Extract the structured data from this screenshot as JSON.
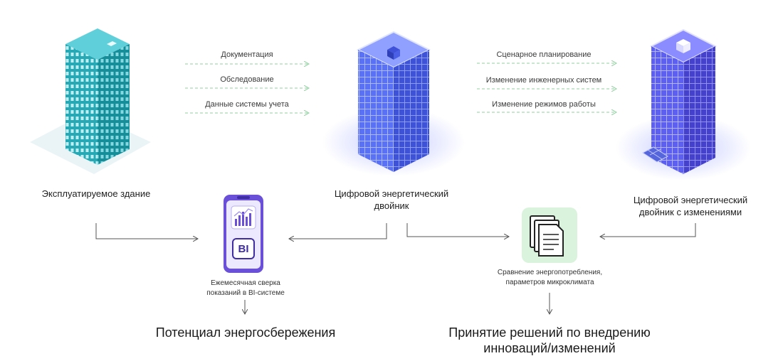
{
  "colors": {
    "teal": "#2cb6c2",
    "blue": "#4f66f0",
    "purple": "#6a4fd8",
    "arrow_green": "#8fcf9f",
    "arrow_gray": "#555555",
    "doc_green": "#d9f3dc"
  },
  "flows_left": [
    "Документация",
    "Обследование",
    "Данные системы учета"
  ],
  "flows_right": [
    "Сценарное планирование",
    "Изменение инженерных систем",
    "Изменение режимов работы"
  ],
  "buildings": {
    "existing": {
      "label": "Эксплуатируемое здание",
      "icon": "teal-building-icon"
    },
    "twin": {
      "label_1": "Цифровой энергетический",
      "label_2": "двойник",
      "icon": "digital-twin-building-icon"
    },
    "twin_changed": {
      "label_1": "Цифровой энергетический",
      "label_2": "двойник с изменениями",
      "icon": "digital-twin-changed-building-icon"
    }
  },
  "bi": {
    "badge": "BI",
    "caption_1": "Ежемесячная сверка",
    "caption_2": "показаний в BI-системе",
    "icon": "phone-bi-icon"
  },
  "compare": {
    "caption_1": "Сравнение энергопотребления,",
    "caption_2": "параметров микроклимата",
    "icon": "documents-icon"
  },
  "outcomes": {
    "left": "Потенциал энергосбережения",
    "right_1": "Принятие решений по внедрению",
    "right_2": "инноваций/изменений"
  }
}
